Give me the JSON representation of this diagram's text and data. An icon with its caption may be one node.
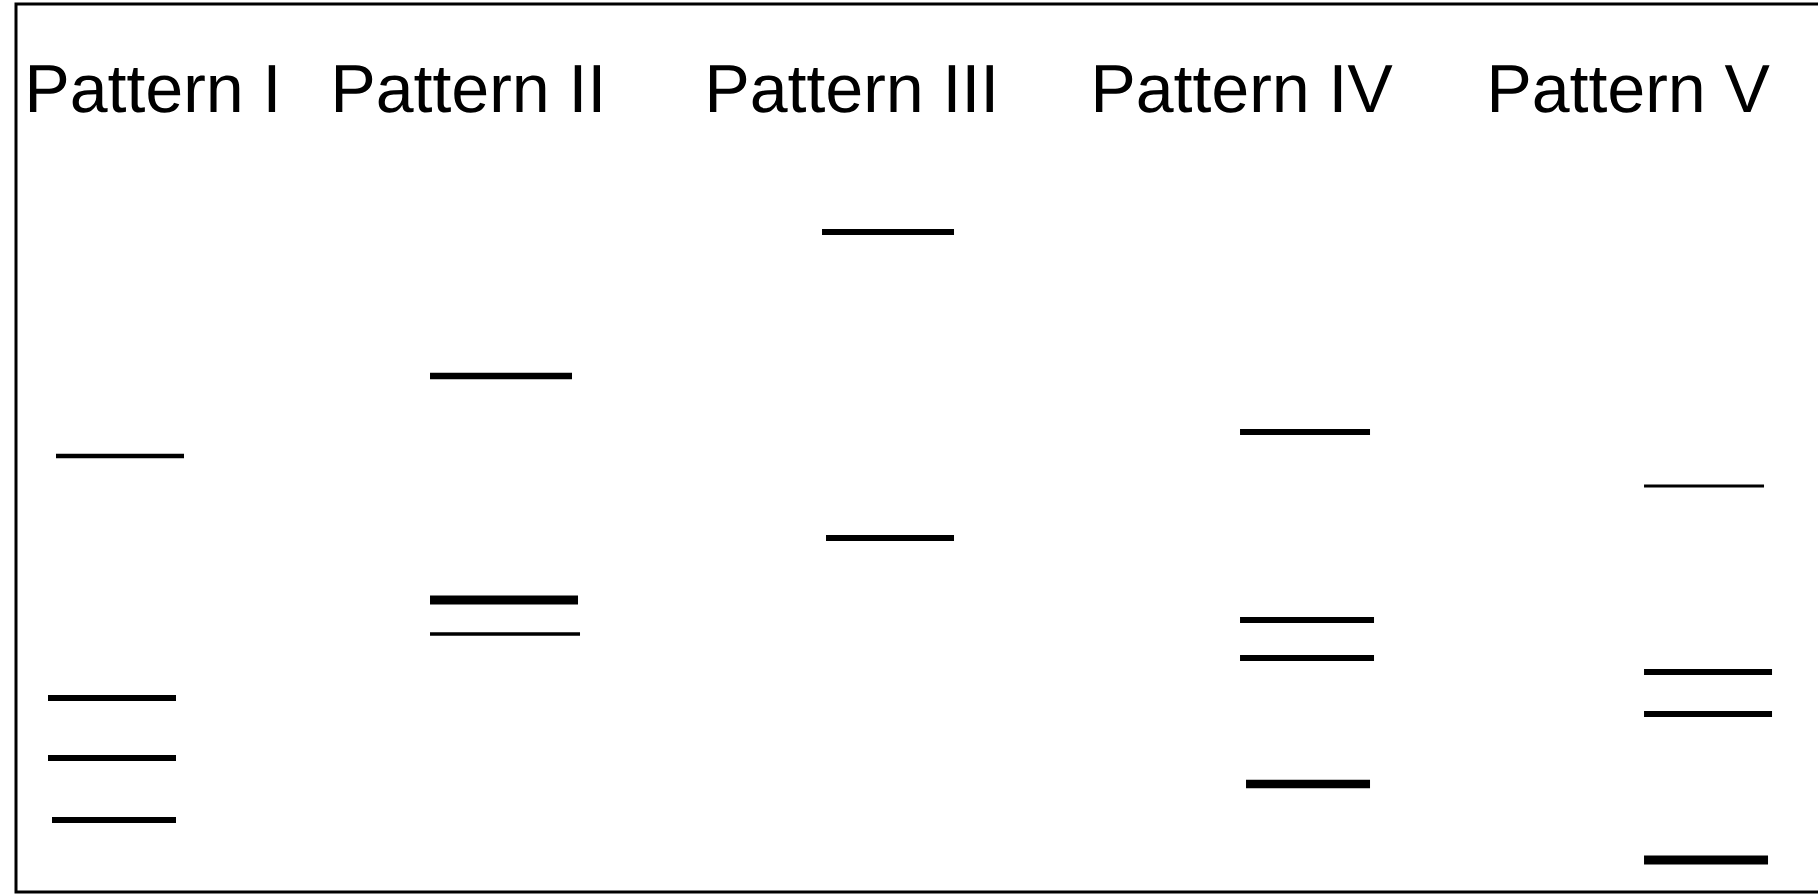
{
  "diagram": {
    "labels": [
      "Pattern I",
      "Pattern II",
      "Pattern III",
      "Pattern IV",
      "Pattern V"
    ]
  }
}
